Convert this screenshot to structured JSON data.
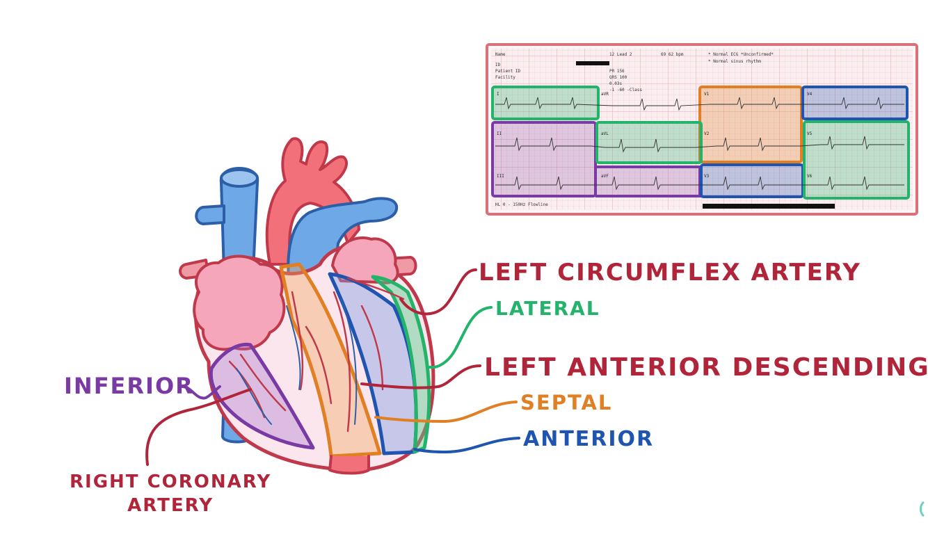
{
  "labels": {
    "left_circumflex": "LEFT CIRCUMFLEX ARTERY",
    "lateral": "LATERAL",
    "left_anterior_descending": "LEFT ANTERIOR DESCENDING",
    "septal": "SEPTAL",
    "anterior": "ANTERIOR",
    "inferior": "INFERIOR",
    "right_coronary_line1": "RIGHT CORONARY",
    "right_coronary_line2": "ARTERY"
  },
  "ecg": {
    "header": {
      "name": "Name",
      "id": "ID",
      "patient_id": "Patient ID",
      "facility": "Facility",
      "lead_info": "12 Lead 2",
      "rate": "69 62 bpm",
      "interpretation": "* Normal ECG *Unconfirmed*",
      "rhythm": "* Normal sinus rhythm",
      "pr": "PR 156",
      "qrs": "QRS 100",
      "qt": "0.03s",
      "axis": "-1 -60 -Class",
      "footer": "HL 0 - 150Hz Flowline"
    },
    "leads": [
      "I",
      "aVR",
      "V1",
      "V4",
      "II",
      "aVL",
      "V2",
      "V5",
      "III",
      "aVF",
      "V3",
      "V6"
    ]
  },
  "colors": {
    "inferior": "#7a3aa3",
    "lateral": "#23b36b",
    "septal": "#e07f24",
    "anterior": "#1f55b0",
    "artery": "#b0253a",
    "ecg_border": "#d9707a",
    "ecg_grid": "#f3c9cf"
  }
}
